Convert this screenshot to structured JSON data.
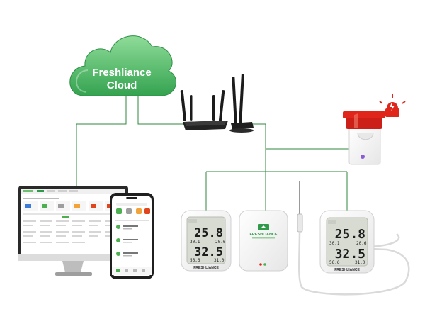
{
  "cloud": {
    "line1": "Freshliance",
    "line2": "Cloud"
  },
  "sensor_left": {
    "temp_main": "25.8",
    "hum_main": "32.5",
    "temp_small": "30.1",
    "hum_small": "20.6",
    "temp_bottom": "56.6",
    "hum_bottom": "31.0",
    "brand": "FRESHLIANCE"
  },
  "gateway": {
    "brand": "FRESHLIANCE"
  },
  "sensor_right": {
    "temp_main": "25.8",
    "hum_main": "32.5",
    "temp_small": "30.1",
    "hum_small": "20.6",
    "temp_bottom": "56.6",
    "hum_bottom": "31.0",
    "brand": "FRESHLIANCE"
  },
  "colors": {
    "link_line": "#2f8a3e",
    "cloud_light": "#7fd18b",
    "cloud_dark": "#2f9a4a",
    "alarm_red": "#e0251b",
    "device_body": "#f4f4f4",
    "lcd": "#d7dbd2"
  },
  "icons": [
    "cloud-icon",
    "router-icon",
    "usb-router-icon",
    "alarm-siren-icon",
    "alarm-alert-icon",
    "desktop-monitor-icon",
    "smartphone-icon",
    "sensor-device-icon",
    "gateway-device-icon",
    "probe-sensor-icon"
  ]
}
